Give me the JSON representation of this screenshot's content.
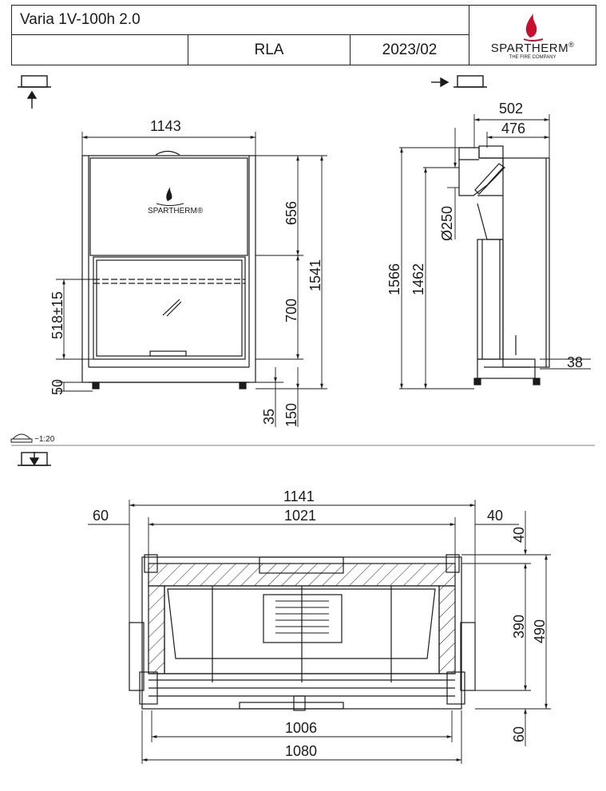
{
  "header": {
    "model": "Varia 1V-100h 2.0",
    "variant": "RLA",
    "date": "2023/02",
    "brand": "SPARTHERM",
    "brand_mark": "®",
    "tagline": "THE FIRE COMPANY"
  },
  "front_view": {
    "width_dim": "1143",
    "upper_section": "656",
    "door_height": "700",
    "total_height": "1541",
    "door_offset": "518±15",
    "foot_height": "50",
    "base_35": "35",
    "base_150": "150",
    "logo_text": "SPARTHERM®"
  },
  "side_view": {
    "depth_total": "502",
    "depth_body": "476",
    "flue_diameter": "Ø250",
    "total_height": "1566",
    "flue_height": "1462",
    "foot_offset": "38"
  },
  "scale": "~1:20",
  "plan_view": {
    "outer_width": "1141",
    "inner_width": "1021",
    "left_offset": "60",
    "right_offset": "40",
    "top_offset": "40",
    "inner_depth": "390",
    "total_depth": "490",
    "front_offset": "60",
    "front_width": "1006",
    "base_width": "1080"
  }
}
